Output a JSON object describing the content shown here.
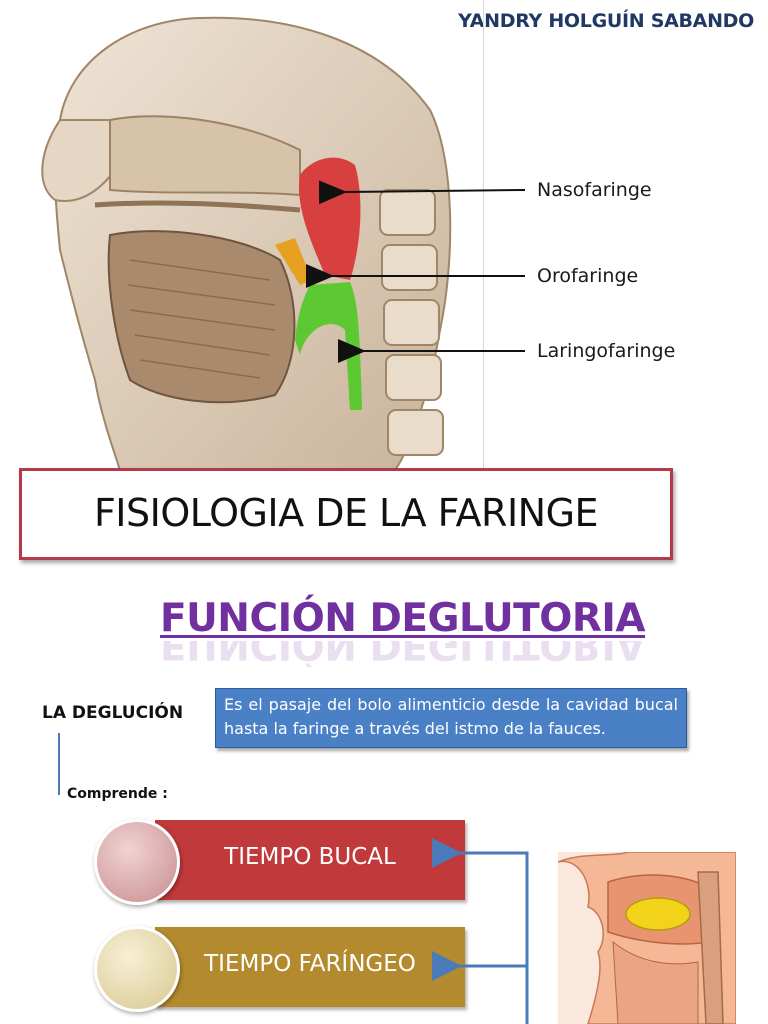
{
  "author": "YANDRY HOLGUÍN SABANDO",
  "diagram": {
    "labels": [
      "Nasofaringe",
      "Orofaringe",
      "Laringofaringe"
    ]
  },
  "title": "FISIOLOGIA DE LA FARINGE",
  "subtitle": "FUNCIÓN DEGLUTORIA",
  "deglucion": {
    "label": "LA DEGLUCIÓN",
    "definition": "Es el pasaje del bolo alimenticio desde la cavidad bucal hasta la faringe a través del istmo de la fauces.",
    "comprende": "Comprende :"
  },
  "steps": [
    {
      "label": "TIEMPO BUCAL",
      "color": "#c0393b",
      "circle": "#d9a3a5"
    },
    {
      "label": "TIEMPO FARÍNGEO",
      "color": "#b48a2e",
      "circle": "#e8dcae"
    }
  ],
  "colors": {
    "nasopharynx": "#d84040",
    "oropharynx": "#e8a020",
    "laryngopharynx": "#5cc832",
    "accent": "#7030a0",
    "definition_box": "#4a80c6"
  }
}
